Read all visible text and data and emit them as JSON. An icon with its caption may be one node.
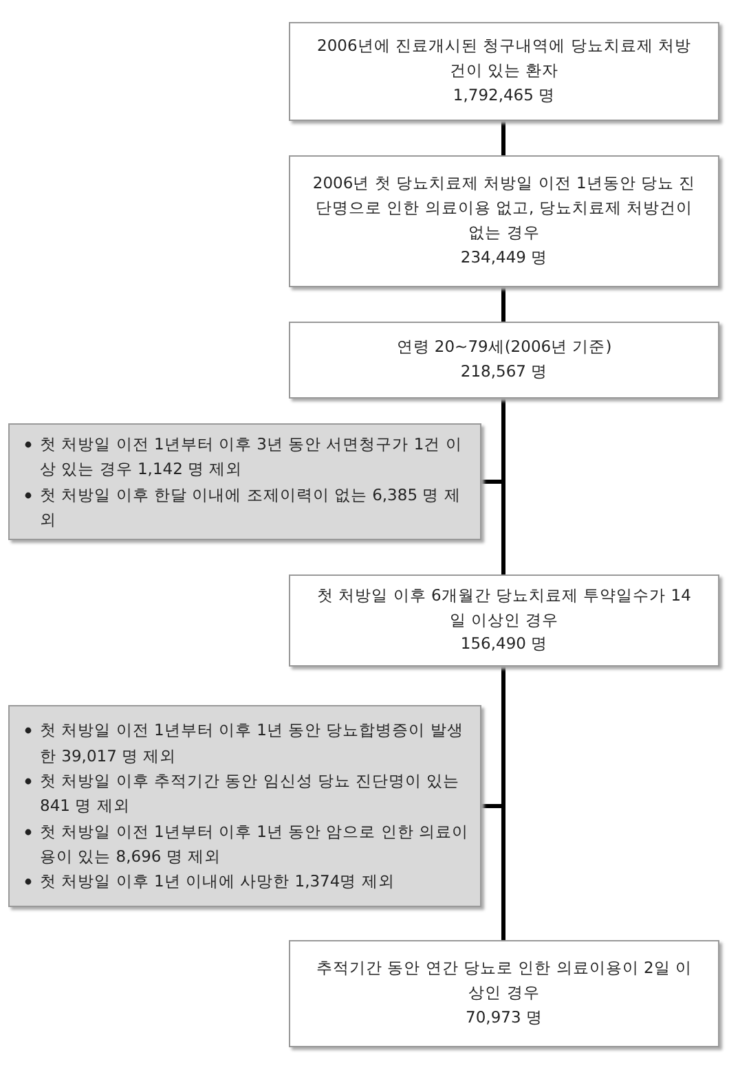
{
  "diagram": {
    "nodes": [
      {
        "text": [
          "2006년에 진료개시된 청구내역에 당뇨치료제 처방건이 있는 환자",
          "1,792,465 명"
        ]
      },
      {
        "text": [
          "2006년 첫 당뇨치료제 처방일 이전 1년동안 당뇨 진단명으로 인한 의료이용 없고, 당뇨치료제 처방건이 없는 경우",
          "234,449 명"
        ]
      },
      {
        "text": [
          "연령 20~79세(2006년 기준)",
          "218,567 명"
        ]
      },
      {
        "text": [
          "첫 처방일 이전 1년부터 이후 3년 동안 서면청구가 1건 이상 있는 경우 1,142 명 제외",
          "첫 처방일 이후 한달 이내에 조제이력이 없는 6,385 명 제외"
        ]
      },
      {
        "text": [
          "첫 처방일 이후 6개월간 당뇨치료제 투약일수가 14일 이상인 경우",
          "156,490 명"
        ]
      },
      {
        "text": [
          "첫 처방일 이전 1년부터 이후 1년 동안 당뇨합병증이 발생한 39,017 명 제외",
          "첫 처방일 이후 추적기간 동안 임신성 당뇨 진단명이 있는 841 명 제외",
          "첫 처방일 이전 1년부터 이후 1년 동안 암으로 인한 의료이용이 있는 8,696 명 제외",
          "첫 처방일 이후 1년 이내에 사망한 1,374명 제외"
        ]
      },
      {
        "text": [
          "추적기간 동안 연간 당뇨로 인한 의료이용이 2일 이상인 경우",
          "70,973 명"
        ]
      }
    ],
    "edges": [
      {
        "from": 0,
        "to": 1,
        "arrow": "none"
      },
      {
        "from": 1,
        "to": 2,
        "arrow": "none"
      },
      {
        "from": 2,
        "to": 4,
        "arrow": "none"
      },
      {
        "from": 2,
        "to": 3,
        "arrow": "none"
      },
      {
        "from": 4,
        "to": 6,
        "arrow": "none"
      },
      {
        "from": 4,
        "to": 5,
        "arrow": "none"
      }
    ]
  }
}
